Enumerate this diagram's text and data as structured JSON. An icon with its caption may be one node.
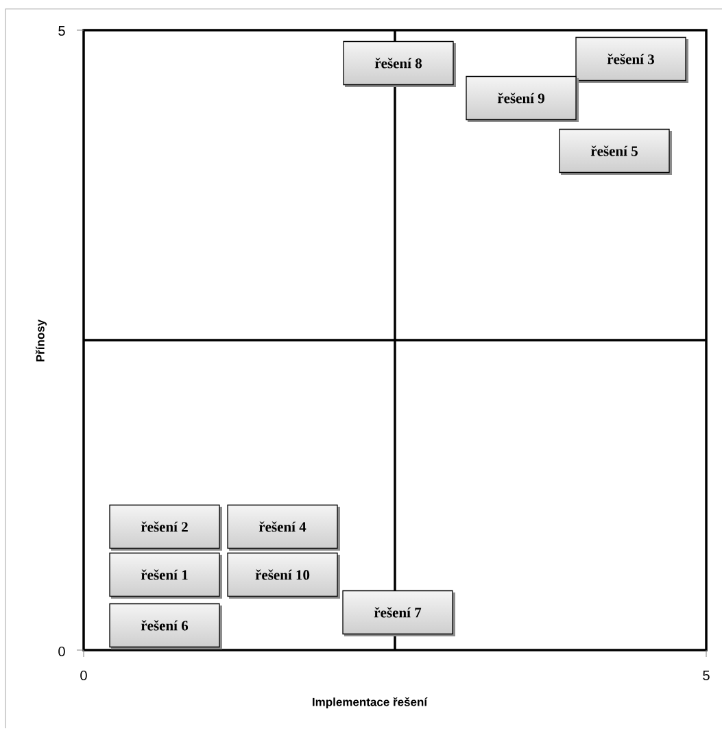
{
  "diagram": {
    "nodes": [
      {
        "text": [
          "řešení 3"
        ]
      },
      {
        "text": [
          "řešení 8"
        ]
      },
      {
        "text": [
          "řešení 9"
        ]
      },
      {
        "text": [
          "řešení 5"
        ]
      },
      {
        "text": [
          "řešení 2"
        ]
      },
      {
        "text": [
          "řešení 4"
        ]
      },
      {
        "text": [
          "řešení 1"
        ]
      },
      {
        "text": [
          "řešení 10"
        ]
      },
      {
        "text": [
          "řešení 7"
        ]
      },
      {
        "text": [
          "řešení 6"
        ]
      }
    ],
    "edges": [],
    "labels": [
      "5",
      "Přínosy",
      "0",
      "0",
      "5",
      "Implementace řešení"
    ]
  }
}
